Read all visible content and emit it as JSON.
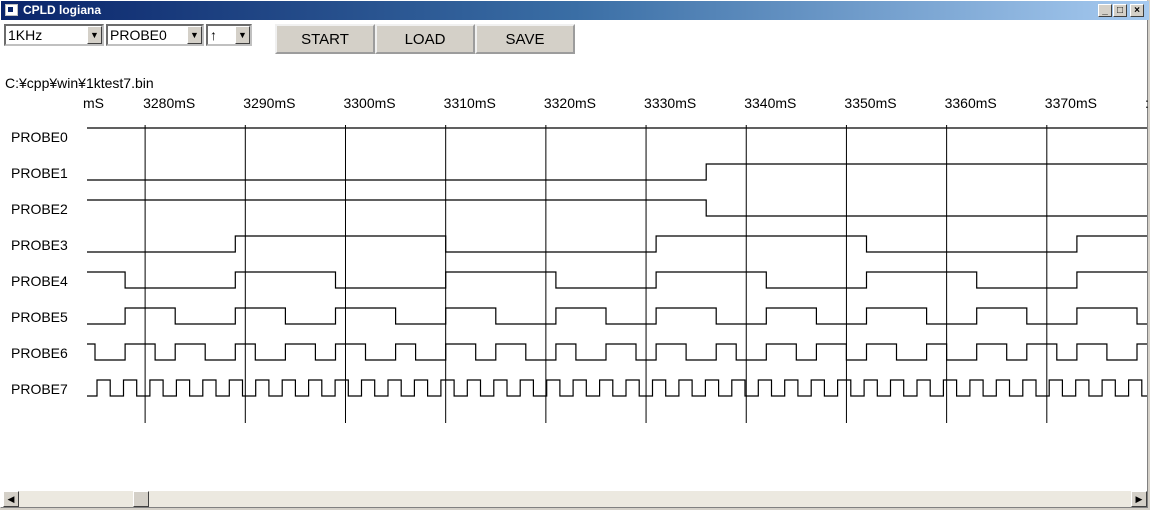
{
  "window": {
    "title": "CPLD logiana",
    "minimize": "_",
    "maximize": "□",
    "close": "×"
  },
  "toolbar": {
    "rate": "1KHz",
    "trigger_probe": "PROBE0",
    "edge": "↑",
    "start_label": "START",
    "load_label": "LOAD",
    "save_label": "SAVE"
  },
  "file_path": "C:¥cpp¥win¥1ktest7.bin",
  "icons": {
    "dropdown": "down-arrow",
    "scroll_left": "left-arrow",
    "scroll_right": "right-arrow"
  },
  "chart_data": {
    "type": "line",
    "x_unit": "mS",
    "x_range": [
      3274,
      3380
    ],
    "time_ticks": [
      "mS",
      "3280mS",
      "3290mS",
      "3300mS",
      "3310mS",
      "3320mS",
      "3330mS",
      "3340mS",
      "3350mS",
      "3360mS",
      "3370mS",
      ":"
    ],
    "tick_times": [
      3274,
      3280,
      3290,
      3300,
      3310,
      3320,
      3330,
      3340,
      3350,
      3360,
      3370,
      3380
    ],
    "gridlines": [
      3280,
      3290,
      3300,
      3310,
      3320,
      3330,
      3340,
      3350,
      3360,
      3370
    ],
    "series": [
      {
        "name": "PROBE0",
        "initial": 1,
        "edges": []
      },
      {
        "name": "PROBE1",
        "initial": 0,
        "edges": [
          3336
        ]
      },
      {
        "name": "PROBE2",
        "initial": 1,
        "edges": [
          3336
        ]
      },
      {
        "name": "PROBE3",
        "initial": 0,
        "edges": [
          3289,
          3310,
          3331,
          3352,
          3373
        ]
      },
      {
        "name": "PROBE4",
        "initial": 1,
        "edges": [
          3278,
          3289,
          3299,
          3310,
          3321,
          3331,
          3342,
          3352,
          3363,
          3373
        ]
      },
      {
        "name": "PROBE5",
        "initial": 0,
        "edges": [
          3278,
          3283,
          3289,
          3294,
          3299,
          3305,
          3310,
          3315,
          3321,
          3326,
          3331,
          3337,
          3342,
          3347,
          3352,
          3358,
          3363,
          3368,
          3373,
          3379
        ]
      },
      {
        "name": "PROBE6",
        "initial": 1,
        "edges": [
          3275,
          3278,
          3281,
          3283,
          3286,
          3289,
          3291,
          3294,
          3297,
          3299,
          3302,
          3305,
          3307,
          3310,
          3313,
          3315,
          3318,
          3321,
          3323,
          3326,
          3329,
          3331,
          3334,
          3337,
          3339,
          3342,
          3345,
          3347,
          3350,
          3352,
          3355,
          3358,
          3360,
          3363,
          3366,
          3368,
          3371,
          3373,
          3376,
          3379
        ]
      },
      {
        "name": "PROBE7",
        "initial": 0,
        "edges": []
      }
    ],
    "probe7_period": 2.64,
    "probe7_start": 3275.2
  }
}
